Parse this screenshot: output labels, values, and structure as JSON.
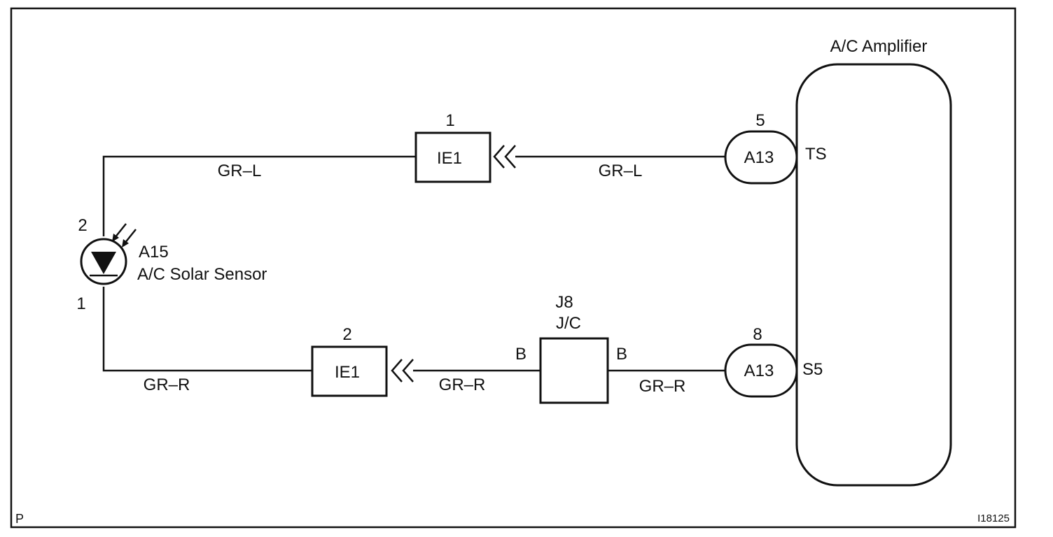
{
  "amplifier": {
    "title": "A/C Amplifier",
    "terminal_top": "TS",
    "terminal_bottom": "S5"
  },
  "sensor": {
    "code": "A15",
    "name": "A/C Solar Sensor",
    "pin_top": "2",
    "pin_bottom": "1"
  },
  "connectors": {
    "ie1_top": {
      "label": "IE1",
      "pin": "1"
    },
    "ie1_bottom": {
      "label": "IE1",
      "pin": "2"
    },
    "a13_top": {
      "label": "A13",
      "pin": "5"
    },
    "a13_bottom": {
      "label": "A13",
      "pin": "8"
    },
    "junction": {
      "code": "J8",
      "type": "J/C",
      "pin_left": "B",
      "pin_right": "B"
    }
  },
  "wires": {
    "top_left": "GR–L",
    "top_right": "GR–L",
    "bottom_left": "GR–R",
    "bottom_mid": "GR–R",
    "bottom_right": "GR–R"
  },
  "footer": {
    "corner_mark": "P",
    "figure_id": "I18125"
  }
}
